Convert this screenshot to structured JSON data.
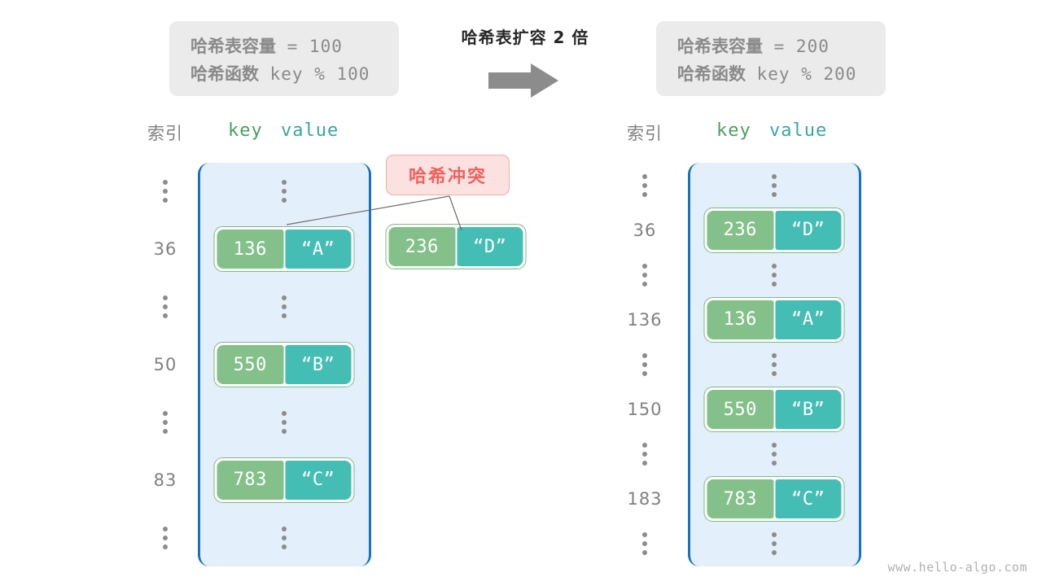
{
  "transform": {
    "label": "哈希表扩容 2 倍",
    "arrow_icon": "right-arrow-icon",
    "arrow_color": "#8c8c8c"
  },
  "info_left": {
    "capacity_label": "哈希表容量",
    "capacity_expr": " = 100",
    "function_label": "哈希函数",
    "function_expr": " key % 100"
  },
  "info_right": {
    "capacity_label": "哈希表容量",
    "capacity_expr": " = 200",
    "function_label": "哈希函数",
    "function_expr": " key % 200"
  },
  "collision": {
    "badge_label": "哈希冲突",
    "badge_text_color": "#f0615e",
    "badge_bg_color": "#fbe2e0"
  },
  "left_table": {
    "header_index": "索引",
    "header_key": "key",
    "header_value": "value",
    "capacity": 100,
    "rows": [
      {
        "index": "⋮",
        "type": "ellipsis"
      },
      {
        "index": "36",
        "type": "entry",
        "key": "136",
        "value": "“A”"
      },
      {
        "index": "⋮",
        "type": "ellipsis"
      },
      {
        "index": "50",
        "type": "entry",
        "key": "550",
        "value": "“B”"
      },
      {
        "index": "⋮",
        "type": "ellipsis"
      },
      {
        "index": "83",
        "type": "entry",
        "key": "783",
        "value": "“C”"
      },
      {
        "index": "⋮",
        "type": "ellipsis"
      }
    ],
    "overflow_entry": {
      "key": "236",
      "value": "“D”"
    }
  },
  "right_table": {
    "header_index": "索引",
    "header_key": "key",
    "header_value": "value",
    "capacity": 200,
    "rows": [
      {
        "index": "⋮",
        "type": "ellipsis"
      },
      {
        "index": "36",
        "type": "entry",
        "key": "236",
        "value": "“D”"
      },
      {
        "index": "⋮",
        "type": "ellipsis"
      },
      {
        "index": "136",
        "type": "entry",
        "key": "136",
        "value": "“A”"
      },
      {
        "index": "⋮",
        "type": "ellipsis"
      },
      {
        "index": "150",
        "type": "entry",
        "key": "550",
        "value": "“B”"
      },
      {
        "index": "⋮",
        "type": "ellipsis"
      },
      {
        "index": "183",
        "type": "entry",
        "key": "783",
        "value": "“C”"
      },
      {
        "index": "⋮",
        "type": "ellipsis"
      }
    ]
  },
  "colors": {
    "key_cell": "#84c08a",
    "value_cell": "#44bdb4",
    "container_fill": "#e3f0fb",
    "container_border": "#1673c0",
    "index_text": "#808080"
  },
  "watermark": "www.hello-algo.com"
}
